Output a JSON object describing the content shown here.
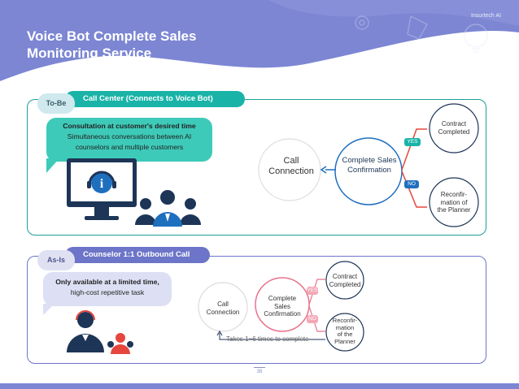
{
  "header": {
    "brand": "Insurtech AI",
    "title_line1": "Voice Bot Complete Sales",
    "title_line2": "Monitoring Service"
  },
  "tobe": {
    "badge": "To-Be",
    "section_title": "Call Center (Connects to Voice Bot)",
    "bubble_bold": "Consultation at customer's desired time",
    "bubble_line2": "Simultaneous conversations between AI",
    "bubble_line3": "counselors and multiple customers",
    "flow": {
      "call_connection_1": "Call",
      "call_connection_2": "Connection",
      "complete_sales_1": "Complete Sales",
      "complete_sales_2": "Confirmation",
      "yes": "YES",
      "no": "NO",
      "contract_1": "Contract",
      "contract_2": "Completed",
      "reconfirm_1": "Reconfir-",
      "reconfirm_2": "mation of",
      "reconfirm_3": "the Planner"
    }
  },
  "asis": {
    "badge": "As-Is",
    "section_title": "Counselor 1:1 Outbound Call",
    "bubble_line1": "Only available at a limited time,",
    "bubble_line2": "high-cost repetitive task",
    "flow": {
      "call_connection_1": "Call",
      "call_connection_2": "Connection",
      "complete_sales_1": "Complete",
      "complete_sales_2": "Sales",
      "complete_sales_3": "Confirmation",
      "yes": "YES",
      "no": "NO",
      "contract_1": "Contract",
      "contract_2": "Completed",
      "reconfirm_1": "Reconfir-",
      "reconfirm_2": "mation",
      "reconfirm_3": "of the",
      "reconfirm_4": "Planner",
      "loop_note": "Takes 1~6 times to complete"
    }
  },
  "footer": {
    "page_number": "38"
  },
  "colors": {
    "header_bg": "#7c86d3",
    "teal": "#1ab3a8",
    "teal_dark": "#1a9e97",
    "blue": "#1f6fbf",
    "navy": "#1d3557",
    "purple": "#6c75c8",
    "pink": "#e8738c"
  }
}
